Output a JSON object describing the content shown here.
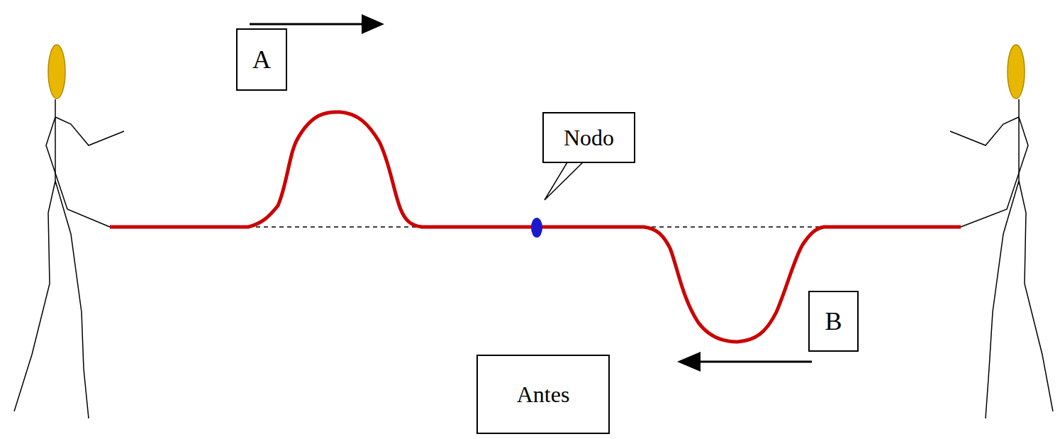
{
  "diagram": {
    "nodes": [
      {
        "text": [
          "A"
        ]
      },
      {
        "text": [
          "Nodo"
        ]
      },
      {
        "text": [
          "B"
        ]
      },
      {
        "text": [
          "Antes"
        ]
      }
    ]
  }
}
